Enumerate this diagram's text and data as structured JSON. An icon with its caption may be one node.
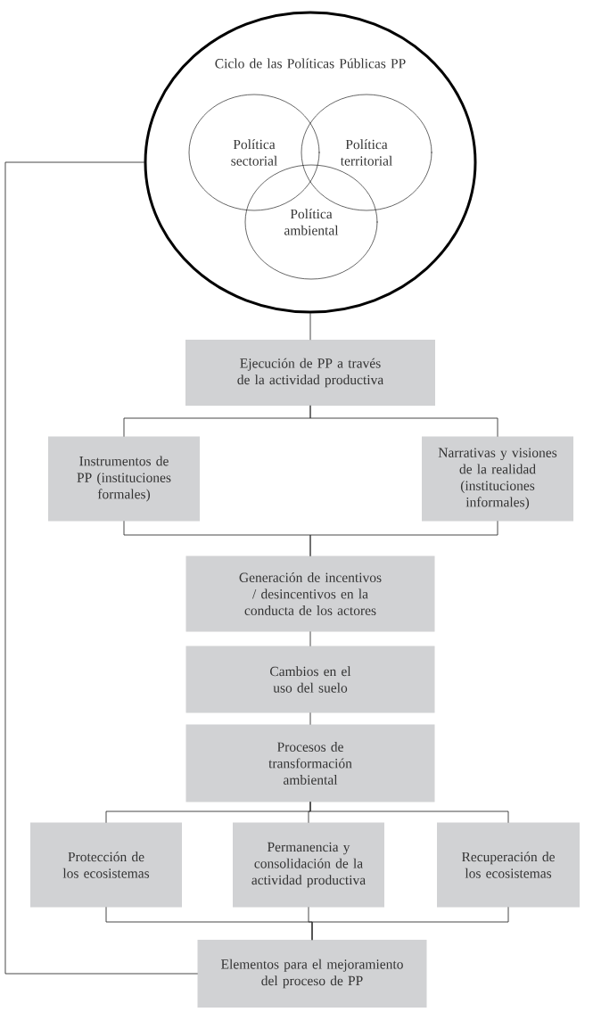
{
  "diagram": {
    "nodes": [
      {
        "text": [
          "Ciclo de las Políticas Públicas PP"
        ]
      },
      {
        "text": [
          "Política sectorial"
        ],
        "in": 0
      },
      {
        "text": [
          "Política territorial"
        ],
        "in": 0
      },
      {
        "text": [
          "Política ambiental"
        ],
        "in": 0
      },
      {
        "text": [
          "Ejecución de PP a través de la actividad productiva"
        ]
      },
      {
        "text": [
          "Instrumentos de PP (instituciones formales)"
        ]
      },
      {
        "text": [
          "Narrativas y visiones de la realidad (instituciones informales)"
        ]
      },
      {
        "text": [
          "Generación de incentivos / desincentivos en la conducta de los actores"
        ]
      },
      {
        "text": [
          "Cambios en el uso del suelo"
        ]
      },
      {
        "text": [
          "Procesos de transformación ambiental"
        ]
      },
      {
        "text": [
          "Protección de los ecosistemas"
        ]
      },
      {
        "text": [
          "Permanencia y consolidación de la actividad productiva"
        ]
      },
      {
        "text": [
          "Recuperación de los ecosistemas"
        ]
      },
      {
        "text": [
          "Elementos para el mejoramiento del proceso de PP"
        ]
      }
    ],
    "edges": [
      {
        "from": 0,
        "to": 4,
        "arrow": "none"
      },
      {
        "from": 4,
        "to": 5,
        "arrow": "none"
      },
      {
        "from": 4,
        "to": 6,
        "arrow": "none"
      },
      {
        "from": 5,
        "to": 7,
        "arrow": "none"
      },
      {
        "from": 6,
        "to": 7,
        "arrow": "none"
      },
      {
        "from": 7,
        "to": 8,
        "arrow": "none"
      },
      {
        "from": 8,
        "to": 9,
        "arrow": "none"
      },
      {
        "from": 9,
        "to": 10,
        "arrow": "none"
      },
      {
        "from": 9,
        "to": 11,
        "arrow": "none"
      },
      {
        "from": 9,
        "to": 12,
        "arrow": "none"
      },
      {
        "from": 10,
        "to": 13,
        "arrow": "none"
      },
      {
        "from": 11,
        "to": 13,
        "arrow": "none"
      },
      {
        "from": 12,
        "to": 13,
        "arrow": "none"
      },
      {
        "from": 13,
        "to": 0,
        "arrow": "none"
      }
    ]
  }
}
